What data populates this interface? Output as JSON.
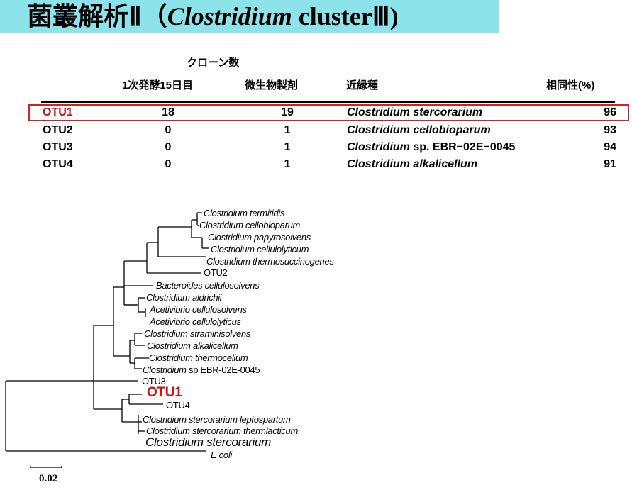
{
  "title": {
    "prefix": "菌叢解析Ⅱ（",
    "genus": "Clostridium",
    "suffix": " clusterⅢ)"
  },
  "table": {
    "group_header": "クローン数",
    "columns": [
      "1次発酵15日目",
      "微生物製剤",
      "近縁種",
      "相同性(%)"
    ],
    "highlight_color": "#d42020",
    "rows": [
      {
        "otu": "OTU1",
        "day15": "18",
        "product": "19",
        "species_genus": "Clostridium stercorarium",
        "species_extra": "",
        "identity": "96",
        "highlighted": true
      },
      {
        "otu": "OTU2",
        "day15": "0",
        "product": "1",
        "species_genus": "Clostridium   cellobioparum",
        "species_extra": "",
        "identity": "93",
        "highlighted": false
      },
      {
        "otu": "OTU3",
        "day15": "0",
        "product": "1",
        "species_genus": "Clostridium",
        "species_extra": " sp. EBR−02E−0045",
        "identity": "94",
        "highlighted": false
      },
      {
        "otu": "OTU4",
        "day15": "0",
        "product": "1",
        "species_genus": "Clostridium alkalicellum",
        "species_extra": "",
        "identity": "91",
        "highlighted": false
      }
    ]
  },
  "tree": {
    "leaves": [
      {
        "label": "Clostridium termitidis",
        "style": "italic"
      },
      {
        "label": "Clostridium cellobioparum",
        "style": "italic"
      },
      {
        "label": "Clostridium papyrosolvens",
        "style": "italic"
      },
      {
        "label": "Clostridium cellulolyticum",
        "style": "italic"
      },
      {
        "label": "Clostridium thermosuccinogenes",
        "style": "italic"
      },
      {
        "label": "OTU2",
        "style": "plain"
      },
      {
        "label": "Bacteroides cellulosolvens",
        "style": "italic"
      },
      {
        "label": "Clostridium aldrichii",
        "style": "italic"
      },
      {
        "label": "Acetivibrio cellulosolvens",
        "style": "italic"
      },
      {
        "label": "Acetivibrio cellulolyticus",
        "style": "italic"
      },
      {
        "label": "Clostridium straminisolvens",
        "style": "italic"
      },
      {
        "label": "Clostridium alkalicellum",
        "style": "italic"
      },
      {
        "label": "Clostridium thermocellum",
        "style": "italic"
      },
      {
        "label": "Clostridium",
        "extra": "sp EBR-02E-0045",
        "style": "italic"
      },
      {
        "label": "OTU3",
        "style": "plain"
      },
      {
        "label": "OTU1",
        "style": "highlight"
      },
      {
        "label": "OTU4",
        "style": "plain"
      },
      {
        "label": "Clostridium stercorarium leptospartum",
        "style": "italic"
      },
      {
        "label": "Clostridium stercorarium thermlacticum",
        "style": "italic"
      },
      {
        "label": "Clostridium  stercorarium",
        "style": "big"
      },
      {
        "label": "E coli",
        "style": "italic"
      }
    ],
    "highlight_color": "#cc1010",
    "scale_bar_label": "0.02"
  }
}
